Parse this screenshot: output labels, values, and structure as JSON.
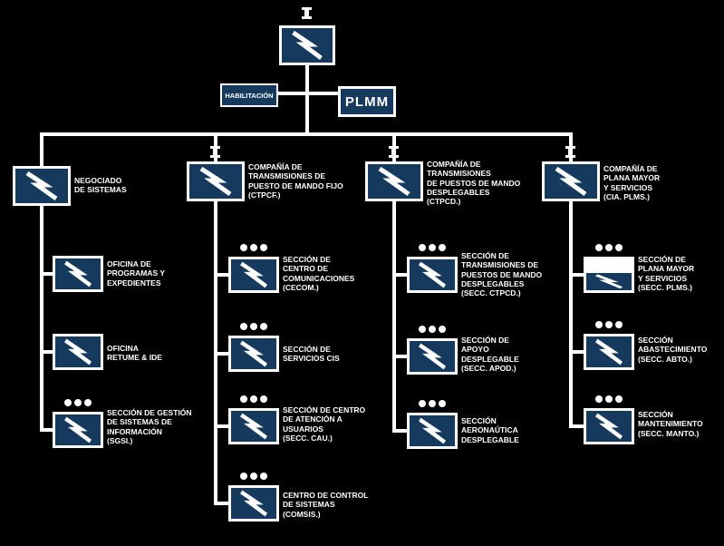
{
  "colors": {
    "background": "#000000",
    "symbol_fill": "#16395e",
    "line_color": "#ffffff"
  },
  "root_unit": {
    "size_indicator": "I",
    "symbol": "signal-flash"
  },
  "command_row": {
    "habilitacion_label": "HABILITACIÓN",
    "plmm_label": "PLMM"
  },
  "branches": [
    {
      "label": "NEGOCIADO\nDE SISTEMAS",
      "size_indicator": "",
      "children": [
        {
          "label": "OFICINA DE\nPROGRAMAS Y\nEXPEDIENTES",
          "dots": false
        },
        {
          "label": "OFICINA\nRETUME & IDE",
          "dots": false
        },
        {
          "label": "SECCIÓN DE GESTIÓN\nDE SISTEMAS DE\nINFORMACIÓN\n(SGSI.)",
          "dots": true
        }
      ]
    },
    {
      "label": "COMPAÑÍA DE\nTRANSMISIONES DE\nPUESTO DE MANDO FIJO\n(CTPCF.)",
      "size_indicator": "I",
      "children": [
        {
          "label": "SECCIÓN DE\nCENTRO DE\nCOMUNICACIONES\n(CECOM.)",
          "dots": true
        },
        {
          "label": "SECCIÓN DE\nSERVICIOS CIS",
          "dots": true
        },
        {
          "label": "SECCIÓN DE CENTRO\nDE ATENCIÓN A\nUSUARIOS\n(SECC. CAU.)",
          "dots": true
        },
        {
          "label": "CENTRO DE CONTROL\nDE SISTEMAS\n(COMSIS.)",
          "dots": true
        }
      ]
    },
    {
      "label": "COMPAÑÍA DE\nTRANSMISIONES\nDE PUESTOS DE MANDO\nDESPLEGABLES\n(CTPCD.)",
      "size_indicator": "I",
      "children": [
        {
          "label": "SECCIÓN DE\nTRANSMISIONES DE\nPUESTOS DE MANDO\nDESPLEGABLES\n(SECC. CTPCD.)",
          "dots": true
        },
        {
          "label": "SECCIÓN DE\nAPOYO\nDESPLEGABLE\n(SECC. APOD.)",
          "dots": true
        },
        {
          "label": "SECCIÓN\nAERONAÚTICA\nDESPLEGABLE",
          "dots": true
        }
      ]
    },
    {
      "label": "COMPAÑÍA DE\nPLANA MAYOR\nY SERVICIOS\n(CIA. PLMS.)",
      "size_indicator": "I",
      "children": [
        {
          "label": "SECCIÓN DE\nPLANA MAYOR\nY SERVICIOS\n(SECC. PLMS.)",
          "dots": true
        },
        {
          "label": "SECCIÓN\nABASTECIMIENTO\n(SECC. ABTO.)",
          "dots": true
        },
        {
          "label": "SECCIÓN\nMANTENIMIENTO\n(SECC. MANTO.)",
          "dots": true
        }
      ]
    }
  ]
}
